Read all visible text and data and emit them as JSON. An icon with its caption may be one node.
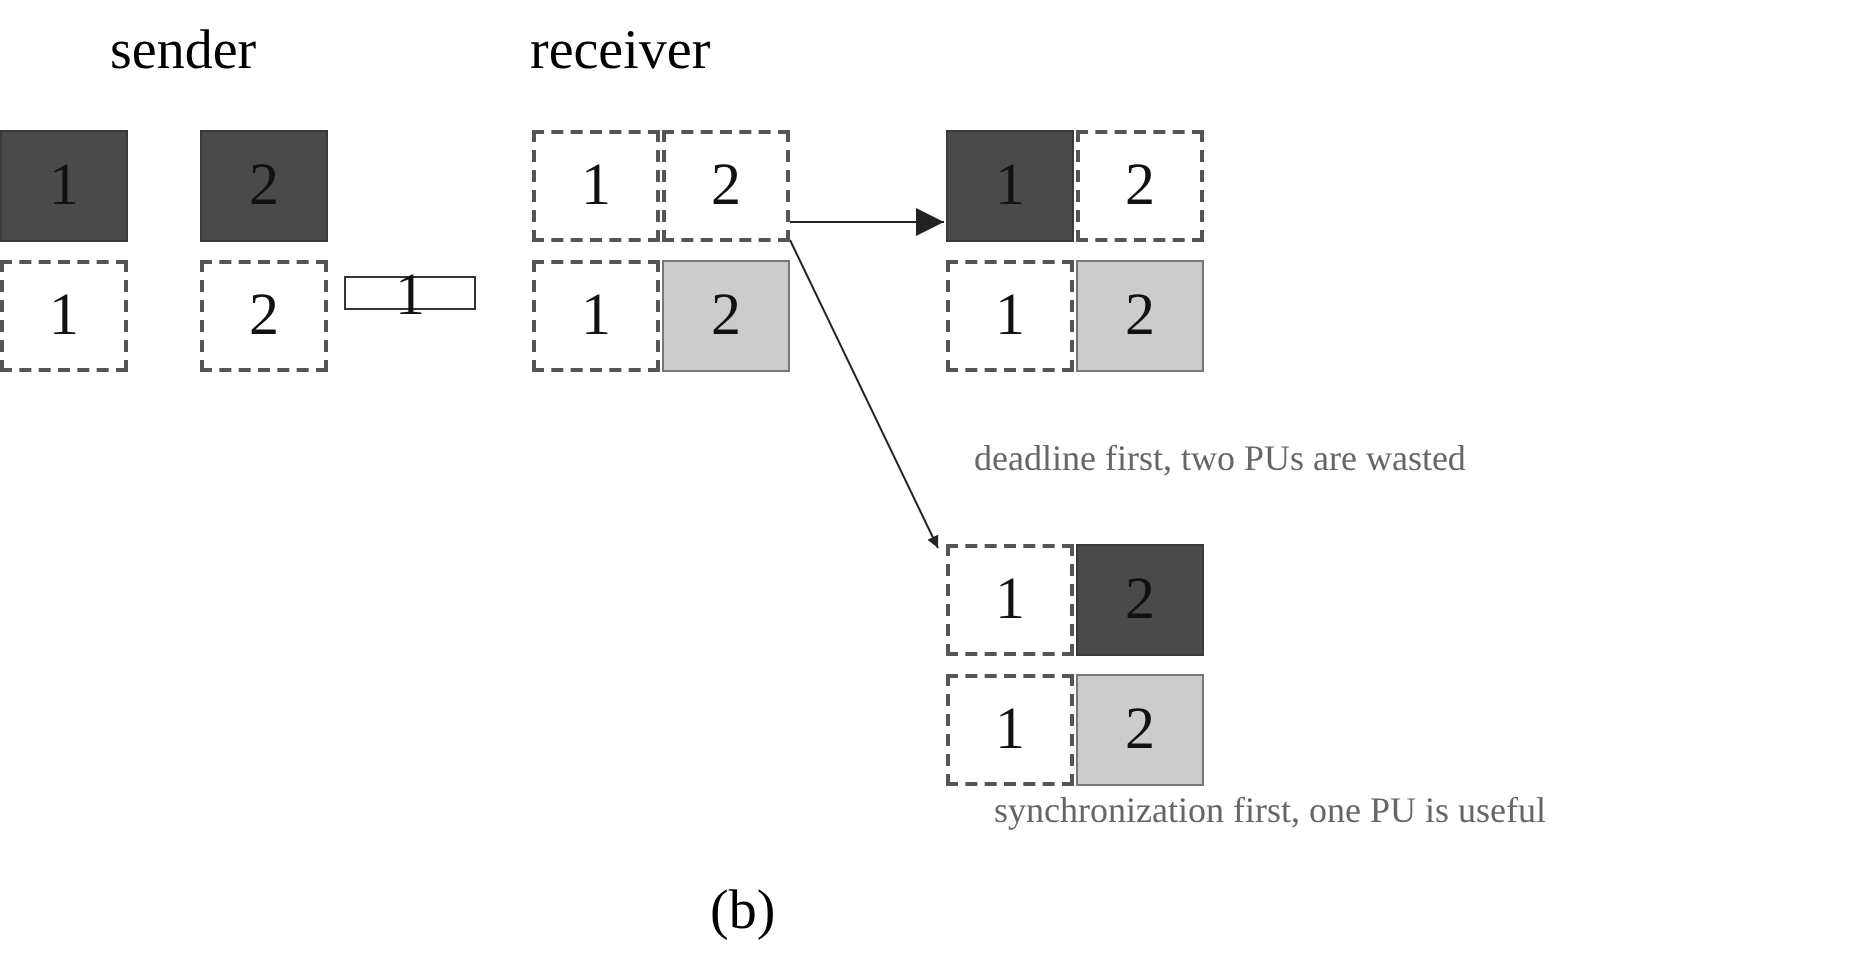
{
  "diagram": {
    "nodes": [
      {
        "text": [
          "1"
        ]
      },
      {
        "text": [
          "2"
        ]
      },
      {
        "text": [
          "1"
        ]
      },
      {
        "text": [
          "2"
        ]
      },
      {
        "text": [
          "1"
        ]
      },
      {
        "text": [
          "2"
        ]
      },
      {
        "text": [
          "1"
        ]
      },
      {
        "text": [
          "1"
        ]
      },
      {
        "text": [
          "2"
        ]
      },
      {
        "text": [
          "1"
        ]
      },
      {
        "text": [
          "2"
        ]
      },
      {
        "text": [
          "1"
        ]
      },
      {
        "text": [
          "2"
        ]
      },
      {
        "text": [
          "1"
        ]
      },
      {
        "text": [
          "2"
        ]
      },
      {
        "text": [
          "1"
        ]
      },
      {
        "text": [
          "2"
        ]
      }
    ],
    "edges": [
      {
        "from": 3,
        "to": 4,
        "arrow": "to"
      },
      {
        "from": 3,
        "to": 13,
        "arrow": "to"
      }
    ],
    "labels": [
      "sender",
      "receiver",
      "deadline first, two PUs are wasted",
      "synchronization first, one PU is useful",
      "(b)"
    ]
  }
}
